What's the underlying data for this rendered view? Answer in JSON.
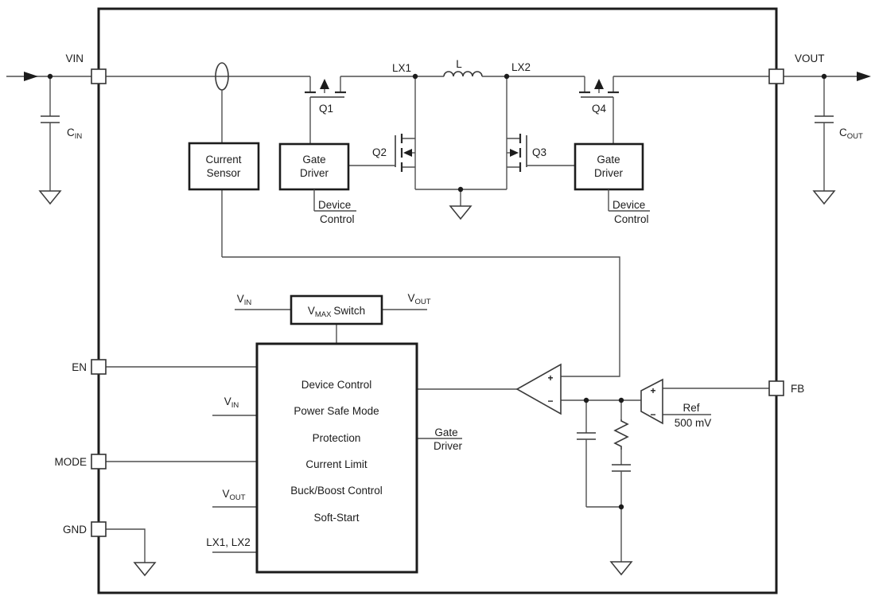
{
  "pins": {
    "vin": "VIN",
    "vout": "VOUT",
    "en": "EN",
    "mode": "MODE",
    "gnd": "GND",
    "fb": "FB"
  },
  "rail": {
    "lx1": "LX1",
    "inductor": "L",
    "lx2": "LX2"
  },
  "fets": {
    "q1": "Q1",
    "q2": "Q2",
    "q3": "Q3",
    "q4": "Q4"
  },
  "capacitors": {
    "cin": {
      "base": "C",
      "sub": "IN"
    },
    "cout": {
      "base": "C",
      "sub": "OUT"
    }
  },
  "blocks": {
    "current_sensor": {
      "line1": "Current",
      "line2": "Sensor"
    },
    "gate_driver_left": {
      "line1": "Gate",
      "line2": "Driver"
    },
    "gate_driver_right": {
      "line1": "Gate",
      "line2": "Driver"
    },
    "vmax_switch": {
      "base": "V",
      "sub": "MAX",
      "rest": "Switch"
    },
    "controller": {
      "lines": [
        "Device Control",
        "Power Safe Mode",
        "Protection",
        "Current Limit",
        "Buck/Boost Control",
        "Soft-Start"
      ]
    }
  },
  "annotations": {
    "device_control_left": {
      "line1": "Device",
      "line2": "Control"
    },
    "device_control_right": {
      "line1": "Device",
      "line2": "Control"
    },
    "gate_driver_out": {
      "line1": "Gate",
      "line2": "Driver"
    },
    "vmax_in": {
      "base": "V",
      "sub": "IN"
    },
    "vmax_out": {
      "base": "V",
      "sub": "OUT"
    },
    "ctrl_vin": {
      "base": "V",
      "sub": "IN"
    },
    "ctrl_vout": {
      "base": "V",
      "sub": "OUT"
    },
    "ctrl_lx": "LX1, LX2"
  },
  "error_amp": {
    "plus": "+",
    "minus": "−"
  },
  "fb_comparator": {
    "plus": "+",
    "minus": "−"
  },
  "reference": {
    "label": "Ref",
    "value": "500 mV"
  },
  "colors": {
    "wire": "#4f4f4f",
    "outline": "#1c1c1c",
    "background": "#ffffff"
  }
}
